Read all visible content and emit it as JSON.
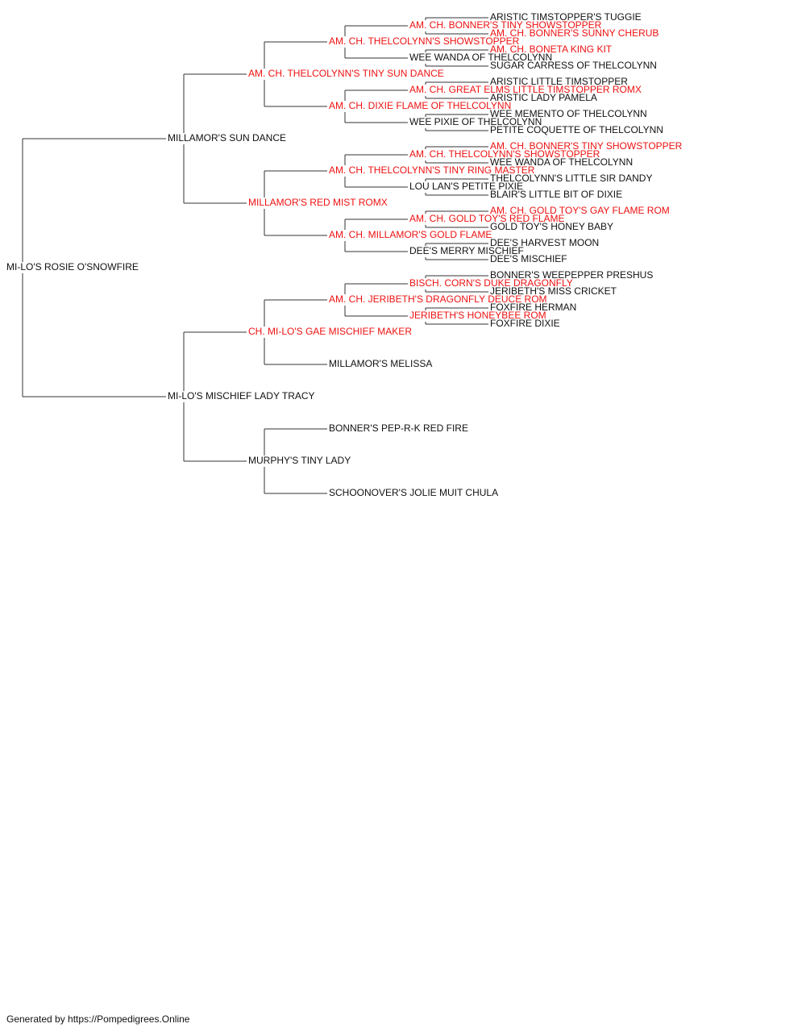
{
  "colors": {
    "champion": "#ee1111",
    "regular": "#111111",
    "line": "#333333"
  },
  "pedigree": {
    "name": "MI-LO'S ROSIE O'SNOWFIRE",
    "champion": false,
    "sire": {
      "name": "MILLAMOR'S SUN DANCE",
      "champion": false,
      "sire": {
        "name": "AM. CH. THELCOLYNN'S TINY SUN DANCE",
        "champion": true,
        "sire": {
          "name": "AM. CH. THELCOLYNN'S SHOWSTOPPER",
          "champion": true,
          "sire": {
            "name": "AM. CH. BONNER'S TINY SHOWSTOPPER",
            "champion": true,
            "sire": {
              "name": "ARISTIC TIMSTOPPER'S TUGGIE",
              "champion": false
            },
            "dam": {
              "name": "AM. CH. BONNER'S SUNNY CHERUB",
              "champion": true
            }
          },
          "dam": {
            "name": "WEE WANDA OF THELCOLYNN",
            "champion": false,
            "sire": {
              "name": "AM. CH. BONETA KING KIT",
              "champion": true
            },
            "dam": {
              "name": "SUGAR CARRESS OF THELCOLYNN",
              "champion": false
            }
          }
        },
        "dam": {
          "name": "AM. CH. DIXIE FLAME OF THELCOLYNN",
          "champion": true,
          "sire": {
            "name": "AM. CH. GREAT ELMS LITTLE TIMSTOPPER ROMX",
            "champion": true,
            "sire": {
              "name": "ARISTIC LITTLE TIMSTOPPER",
              "champion": false
            },
            "dam": {
              "name": "ARISTIC LADY PAMELA",
              "champion": false
            }
          },
          "dam": {
            "name": "WEE PIXIE OF THELCOLYNN",
            "champion": false,
            "sire": {
              "name": "WEE MEMENTO OF THELCOLYNN",
              "champion": false
            },
            "dam": {
              "name": "PETITE COQUETTE OF THELCOLYNN",
              "champion": false
            }
          }
        }
      },
      "dam": {
        "name": "MILLAMOR'S RED MIST ROMX",
        "champion": true,
        "sire": {
          "name": "AM. CH. THELCOLYNN'S TINY RING MASTER",
          "champion": true,
          "sire": {
            "name": "AM. CH. THELCOLYNN'S SHOWSTOPPER",
            "champion": true,
            "sire": {
              "name": "AM. CH. BONNER'S TINY SHOWSTOPPER",
              "champion": true
            },
            "dam": {
              "name": "WEE WANDA OF THELCOLYNN",
              "champion": false
            }
          },
          "dam": {
            "name": "LOU LAN'S PETITE PIXIE",
            "champion": false,
            "sire": {
              "name": "THELCOLYNN'S LITTLE SIR DANDY",
              "champion": false
            },
            "dam": {
              "name": "BLAIR'S LITTLE BIT OF DIXIE",
              "champion": false
            }
          }
        },
        "dam": {
          "name": "AM. CH. MILLAMOR'S GOLD FLAME",
          "champion": true,
          "sire": {
            "name": "AM. CH. GOLD TOY'S RED FLAME",
            "champion": true,
            "sire": {
              "name": "AM. CH. GOLD TOY'S GAY FLAME ROM",
              "champion": true
            },
            "dam": {
              "name": "GOLD TOY'S HONEY BABY",
              "champion": false
            }
          },
          "dam": {
            "name": "DEE'S MERRY MISCHIEF",
            "champion": false,
            "sire": {
              "name": "DEE'S HARVEST MOON",
              "champion": false
            },
            "dam": {
              "name": "DEE'S MISCHIEF",
              "champion": false
            }
          }
        }
      }
    },
    "dam": {
      "name": "MI-LO'S MISCHIEF LADY TRACY",
      "champion": false,
      "sire": {
        "name": "CH. MI-LO'S GAE MISCHIEF MAKER",
        "champion": true,
        "sire": {
          "name": "AM. CH. JERIBETH'S DRAGONFLY DEUCE ROM",
          "champion": true,
          "sire": {
            "name": "BISCH. CORN'S DUKE DRAGONFLY",
            "champion": true,
            "sire": {
              "name": "BONNER'S WEEPEPPER PRESHUS",
              "champion": false
            },
            "dam": {
              "name": "JERIBETH'S MISS CRICKET",
              "champion": false
            }
          },
          "dam": {
            "name": "JERIBETH'S HONEYBEE ROM",
            "champion": true,
            "sire": {
              "name": "FOXFIRE HERMAN",
              "champion": false
            },
            "dam": {
              "name": "FOXFIRE DIXIE",
              "champion": false
            }
          }
        },
        "dam": {
          "name": "MILLAMOR'S MELISSA",
          "champion": false
        }
      },
      "dam": {
        "name": "MURPHY'S TINY LADY",
        "champion": false,
        "sire": {
          "name": "BONNER'S PEP-R-K RED FIRE",
          "champion": false
        },
        "dam": {
          "name": "SCHOONOVER'S JOLIE MUIT CHULA",
          "champion": false
        }
      }
    }
  },
  "footer": {
    "text": "Generated by https://Pompedigrees.Online"
  }
}
